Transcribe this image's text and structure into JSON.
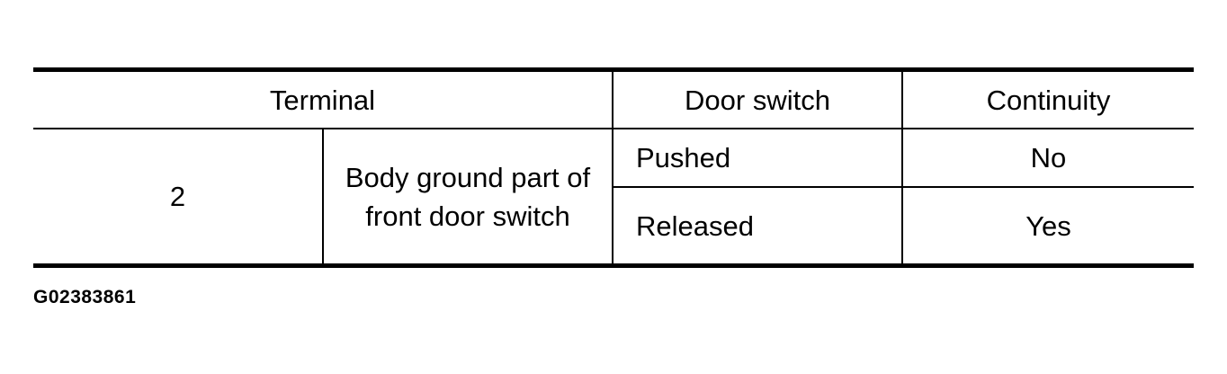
{
  "table": {
    "headers": {
      "terminal": "Terminal",
      "door_switch": "Door switch",
      "continuity": "Continuity"
    },
    "terminal_number": "2",
    "terminal_point": "Body ground part of front door switch",
    "rows": [
      {
        "door_switch": "Pushed",
        "continuity": "No"
      },
      {
        "door_switch": "Released",
        "continuity": "Yes"
      }
    ]
  },
  "figure_code": "G02383861"
}
